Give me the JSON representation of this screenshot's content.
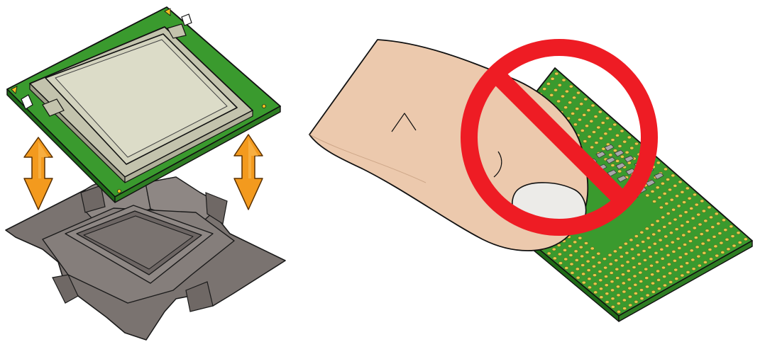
{
  "colors": {
    "pcb_green": "#3a9a2e",
    "pcb_green_dark": "#1f6a18",
    "pcb_edge": "#2e7d23",
    "ihs_silver": "#c9c9b4",
    "ihs_silver_light": "#dcdcc8",
    "ihs_outline": "#222222",
    "gold_pin": "#e8b83a",
    "gold_corner": "#f0c020",
    "socket_gray": "#7a7370",
    "socket_gray_light": "#8e8784",
    "socket_gray_dark": "#625c5a",
    "arrow_orange": "#f39a1e",
    "skin": "#ecc9ad",
    "skin_shadow": "#d7ae90",
    "nail": "#ecebe8",
    "prohibit_red": "#ee1c24",
    "component_gray": "#a8a8a8",
    "pad_yellow": "#e7c84e"
  },
  "icons": {
    "left_up_down_arrow": "double-arrow-vertical",
    "right_up_down_arrow": "double-arrow-vertical",
    "prohibition_sign": "no-symbol"
  }
}
